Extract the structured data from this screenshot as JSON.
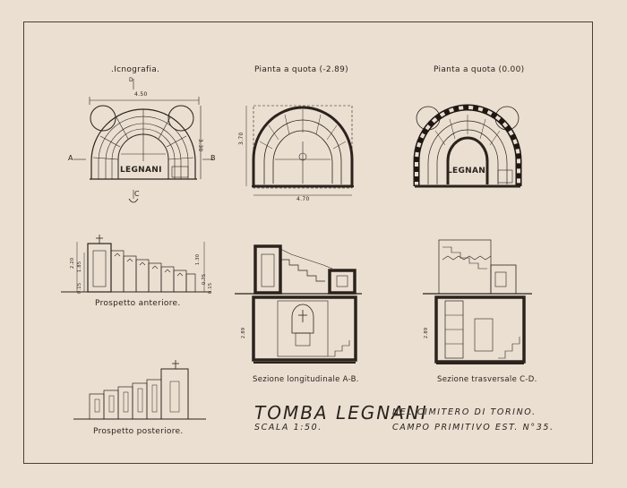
{
  "labels": {
    "iconografia": ".Icnografia.",
    "pianta_neg": "Pianta a quota (-2.89)",
    "pianta_zero": "Pianta a quota (0.00)",
    "prospetto_anteriore": "Prospetto anteriore.",
    "sezione_ab": "Sezione longitudinale A-B.",
    "sezione_cd": "Sezione trasversale C-D.",
    "prospetto_posteriore": "Prospetto posteriore."
  },
  "plan_text": {
    "name_left": "LEGNANI",
    "name_right": "LEGNANI",
    "marker_a": "A",
    "marker_b": "B",
    "marker_c": "C",
    "marker_d": "D"
  },
  "dimensions": {
    "width_top": "4.50",
    "height_side": "3.30",
    "plan2_height": "3.70",
    "plan2_width": "4.70",
    "elev_dims": [
      "2.20",
      "1.85",
      "0.15",
      "1.30",
      "0.75",
      "0.15"
    ],
    "sect_depth_left": "2.89",
    "sect_depth_right": "2.89"
  },
  "title_block": {
    "main": "TOMBA LEGNANI",
    "location": "NEL CIMITERO DI TORINO.",
    "scale": "SCALA 1:50.",
    "campo": "CAMPO PRIMITIVO EST. N°35."
  }
}
